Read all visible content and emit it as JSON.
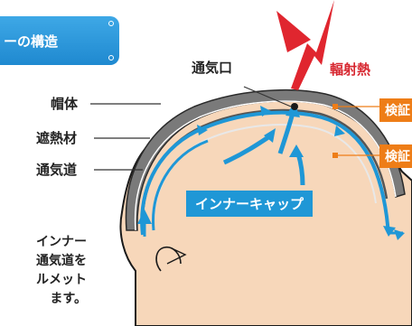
{
  "banner": {
    "title": "ーの構造"
  },
  "labels": {
    "shell": "帽体",
    "insulation": "遮熱材",
    "air_channel": "通気道",
    "vent": "通気口",
    "radiant_heat": "輻射熱",
    "inner_cap": "インナーキャップ"
  },
  "tags": [
    "検証",
    "検証"
  ],
  "description": [
    "インナー",
    "通気道を",
    "ルメット",
    "ます。"
  ],
  "colors": {
    "banner": "#2b96dc",
    "arrow_red": "#e0262f",
    "flow_blue": "#1f97d6",
    "tag_orange": "#ee7d17",
    "skin": "#f7d7ba"
  }
}
